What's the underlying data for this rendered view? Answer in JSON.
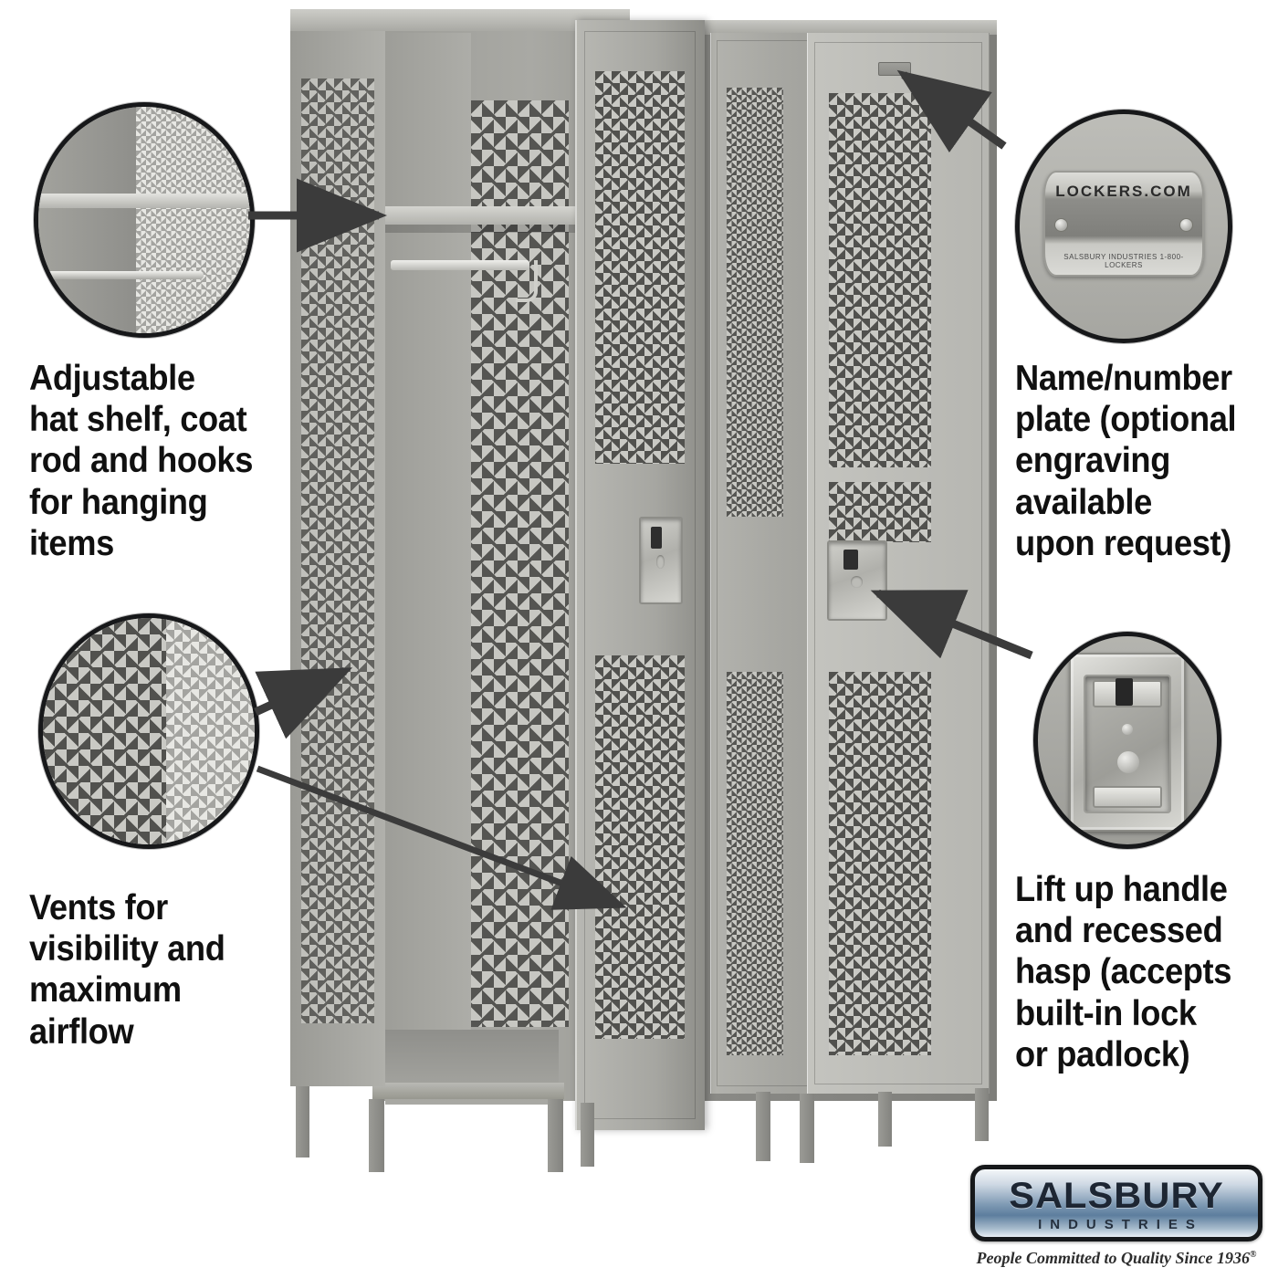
{
  "product": {
    "name": "Vented metal locker assembly",
    "body_color": "#a8a8a3",
    "accent_color": "#17181a"
  },
  "callouts": [
    {
      "id": "hat-shelf",
      "text": "Adjustable\nhat shelf, coat\nrod and hooks\nfor hanging\nitems",
      "position": "top-left"
    },
    {
      "id": "vents",
      "text": "Vents for\nvisibility and\nmaximum\nairflow",
      "position": "bottom-left"
    },
    {
      "id": "name-plate",
      "text": "Name/number\nplate (optional\nengraving\navailable\nupon request)",
      "position": "top-right"
    },
    {
      "id": "handle-hasp",
      "text": "Lift up handle\nand recessed\nhasp (accepts\nbuilt-in lock\nor padlock)",
      "position": "bottom-right"
    }
  ],
  "detail_circles": [
    {
      "id": "shelf-detail",
      "depicts": "adjustable hat shelf and coat rod close-up"
    },
    {
      "id": "vents-detail",
      "depicts": "diamond expanded metal vent mesh close-up"
    },
    {
      "id": "plate-detail",
      "depicts": "name/number plate close-up"
    },
    {
      "id": "hasp-detail",
      "depicts": "lift up handle and recessed hasp close-up"
    }
  ],
  "name_plate": {
    "top_text": "LOCKERS.COM",
    "bottom_text": "SALSBURY INDUSTRIES   1-800-LOCKERS"
  },
  "logo": {
    "word": "SALSBURY",
    "sub": "INDUSTRIES",
    "tagline": "People Committed to Quality Since 1936",
    "registered_mark": "®",
    "plate_color": "#7f9ab4"
  }
}
